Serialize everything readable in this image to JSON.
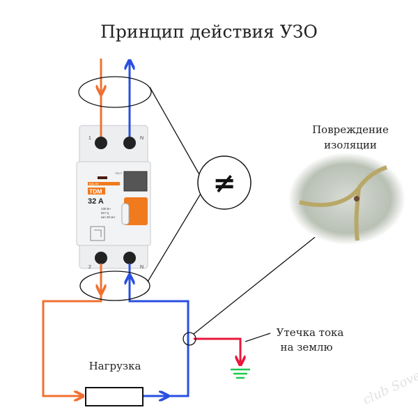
{
  "title": "Принцип действия УЗО",
  "labels": {
    "insulation_damage_line1": "Повреждение",
    "insulation_damage_line2": "изоляции",
    "leakage_line1": "Утечка тока",
    "leakage_line2": "на землю",
    "load": "Нагрузка",
    "not_equal": "≠"
  },
  "device": {
    "brand": "TDM",
    "rating": "32 A",
    "model": "ВД1-63",
    "test_label": "ТЕСТ",
    "spec1": "230 В~",
    "spec2": "50 Гц",
    "spec3": "IΔn 30 мА",
    "terminal_top_left": "1",
    "terminal_top_right": "N",
    "terminal_bottom_left": "2",
    "terminal_bottom_right": "N"
  },
  "watermark": "club Sovet",
  "colors": {
    "phase": "#f07030",
    "neutral": "#2a4fe0",
    "leak": "#e8183c",
    "ground": "#1ec850",
    "device_orange": "#f07a1e"
  }
}
